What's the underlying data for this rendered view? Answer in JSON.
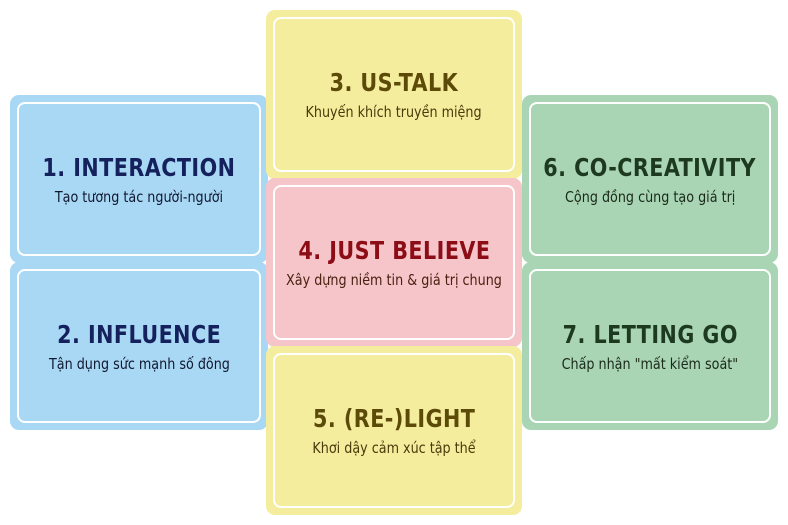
{
  "cards": [
    {
      "title": "1. INTERACTION",
      "subtitle": "Tạo tương tác người-người",
      "color": "#a9d8f5"
    },
    {
      "title": "2. INFLUENCE",
      "subtitle": "Tận dụng sức mạnh số đông",
      "color": "#a9d8f5"
    },
    {
      "title": "3. US-TALK",
      "subtitle": "Khuyến khích truyền miệng",
      "color": "#f5ed9e"
    },
    {
      "title": "4. JUST BELIEVE",
      "subtitle": "Xây dựng niềm tin & giá trị chung",
      "color": "#f5c5c9"
    },
    {
      "title": "5. (RE-)LIGHT",
      "subtitle": "Khơi dậy cảm xúc tập thể",
      "color": "#f5ed9e"
    },
    {
      "title": "6. CO-CREATIVITY",
      "subtitle": "Cộng đồng cùng tạo giá trị",
      "color": "#a9d5b5"
    },
    {
      "title": "7. LETTING GO",
      "subtitle": "Chấp nhận \"mất kiểm soát\"",
      "color": "#a9d5b5"
    }
  ]
}
